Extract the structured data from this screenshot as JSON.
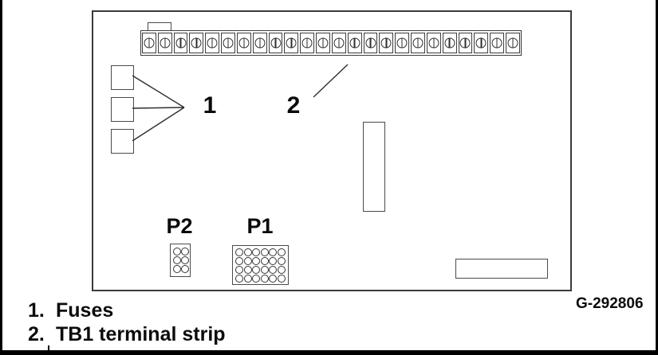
{
  "figure": {
    "code": "G-292806",
    "legend": [
      {
        "number": "1.",
        "text": "Fuses"
      },
      {
        "number": "2.",
        "text": "TB1 terminal strip"
      }
    ]
  },
  "board": {
    "callouts": {
      "fuses_label": "1",
      "terminal_strip_label": "2"
    },
    "terminal_strip": {
      "terminal_count": 24
    },
    "fuses": {
      "count": 3
    },
    "connectors": {
      "p2": {
        "label": "P2",
        "pin_columns": 2,
        "pin_rows": 3
      },
      "p1": {
        "label": "P1",
        "pin_columns": 6,
        "pin_rows": 4
      }
    }
  },
  "colors": {
    "line": "#3a3a3a",
    "text": "#0d0d0d",
    "background": "#ffffff",
    "frame": "#000000"
  }
}
